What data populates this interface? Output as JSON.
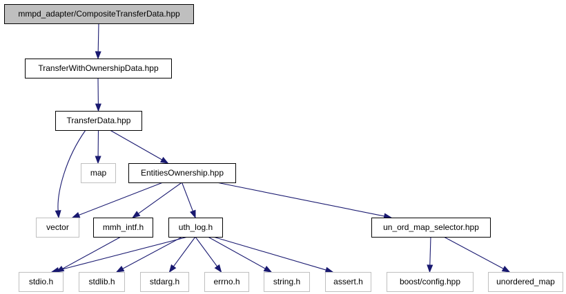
{
  "colors": {
    "edge": "#191970",
    "root_fill": "#bfbfbf",
    "local_border": "#000000",
    "external_border": "#bfbfbf",
    "text": "#000000"
  },
  "nodes": [
    {
      "id": "root",
      "label": "mmpd_adapter/CompositeTransferData.hpp",
      "kind": "root"
    },
    {
      "id": "transfer_with_ownership",
      "label": "TransferWithOwnershipData.hpp",
      "kind": "local"
    },
    {
      "id": "transfer_data",
      "label": "TransferData.hpp",
      "kind": "local"
    },
    {
      "id": "map",
      "label": "map",
      "kind": "external"
    },
    {
      "id": "entities_ownership",
      "label": "EntitiesOwnership.hpp",
      "kind": "local"
    },
    {
      "id": "vector",
      "label": "vector",
      "kind": "external"
    },
    {
      "id": "mmh_intf",
      "label": "mmh_intf.h",
      "kind": "local"
    },
    {
      "id": "uth_log",
      "label": "uth_log.h",
      "kind": "local"
    },
    {
      "id": "un_ord_map_selector",
      "label": "un_ord_map_selector.hpp",
      "kind": "local"
    },
    {
      "id": "stdio",
      "label": "stdio.h",
      "kind": "external"
    },
    {
      "id": "stdlib",
      "label": "stdlib.h",
      "kind": "external"
    },
    {
      "id": "stdarg",
      "label": "stdarg.h",
      "kind": "external"
    },
    {
      "id": "errno",
      "label": "errno.h",
      "kind": "external"
    },
    {
      "id": "string",
      "label": "string.h",
      "kind": "external"
    },
    {
      "id": "assert",
      "label": "assert.h",
      "kind": "external"
    },
    {
      "id": "boost_config",
      "label": "boost/config.hpp",
      "kind": "external"
    },
    {
      "id": "unordered_map",
      "label": "unordered_map",
      "kind": "external"
    }
  ],
  "edges": [
    {
      "from": "root",
      "to": "transfer_with_ownership"
    },
    {
      "from": "transfer_with_ownership",
      "to": "transfer_data"
    },
    {
      "from": "transfer_data",
      "to": "vector"
    },
    {
      "from": "transfer_data",
      "to": "map"
    },
    {
      "from": "transfer_data",
      "to": "entities_ownership"
    },
    {
      "from": "entities_ownership",
      "to": "vector"
    },
    {
      "from": "entities_ownership",
      "to": "mmh_intf"
    },
    {
      "from": "entities_ownership",
      "to": "uth_log"
    },
    {
      "from": "entities_ownership",
      "to": "un_ord_map_selector"
    },
    {
      "from": "mmh_intf",
      "to": "stdio"
    },
    {
      "from": "uth_log",
      "to": "stdio"
    },
    {
      "from": "uth_log",
      "to": "stdlib"
    },
    {
      "from": "uth_log",
      "to": "stdarg"
    },
    {
      "from": "uth_log",
      "to": "errno"
    },
    {
      "from": "uth_log",
      "to": "string"
    },
    {
      "from": "uth_log",
      "to": "assert"
    },
    {
      "from": "un_ord_map_selector",
      "to": "boost_config"
    },
    {
      "from": "un_ord_map_selector",
      "to": "unordered_map"
    }
  ]
}
